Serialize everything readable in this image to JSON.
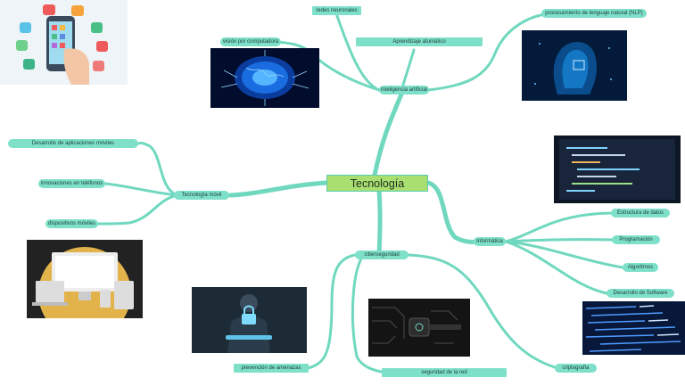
{
  "map": {
    "root": "Tecnología",
    "branches": {
      "ai": {
        "label": "inteligencia artificial",
        "children": {
          "neural": "redes neuronales",
          "vision": "visión por computadora",
          "ml": "Aprendizaje atumático",
          "nlp": "procesamiento de lenguaje natural (NLP)"
        }
      },
      "mobile": {
        "label": "Tecnología móvil",
        "children": {
          "apps": "Desarrollo de aplicaciones móviles",
          "phones": "innovaciones en teléfonos",
          "devices": "dispositivos móviles"
        }
      },
      "it": {
        "label": "Informática",
        "children": {
          "data": "Estructura de datos",
          "prog": "Programación",
          "algo": "Algoritmos",
          "soft": "Desarrollo de Software"
        }
      },
      "security": {
        "label": "ciberseguridad",
        "children": {
          "threats": "prevención de amenazas",
          "network": "seguridad de la red",
          "crypto": "criptografía"
        }
      }
    },
    "images": [
      "phone-apps-image",
      "ai-brain-image",
      "ai-face-image",
      "code-screen-image",
      "devices-image",
      "lock-image",
      "network-key-image",
      "binary-code-image"
    ],
    "colors": {
      "link": "#6fd8bf",
      "node": "#7ee0c9",
      "root": "#a9de71"
    }
  }
}
